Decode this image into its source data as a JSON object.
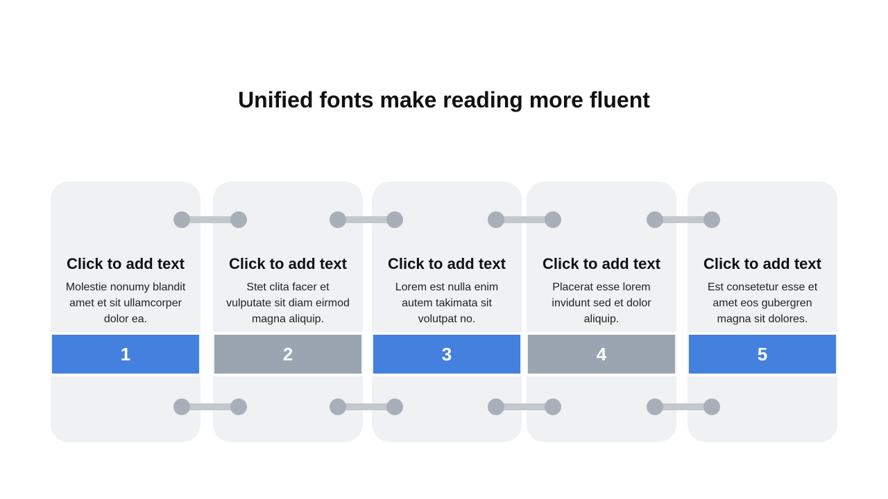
{
  "title": "Unified fonts make reading more fluent",
  "colors": {
    "accent_blue": "#4480de",
    "accent_gray": "#9ba5b1",
    "card_bg": "#f0f1f3",
    "connector": "#a9afb9"
  },
  "cards": [
    {
      "heading": "Click to add text",
      "body": "Molestie nonumy blandit amet et sit ullamcorper dolor ea.",
      "number": "1",
      "color": "blue"
    },
    {
      "heading": "Click to add text",
      "body": "Stet clita facer et vulputate sit diam eirmod magna aliquip.",
      "number": "2",
      "color": "gray"
    },
    {
      "heading": "Click to add text",
      "body": "Lorem est nulla enim autem takimata sit volutpat no.",
      "number": "3",
      "color": "blue"
    },
    {
      "heading": "Click to add text",
      "body": "Placerat esse lorem invidunt sed et dolor aliquip.",
      "number": "4",
      "color": "gray"
    },
    {
      "heading": "Click to add text",
      "body": "Est consetetur esse et amet eos gubergren magna sit dolores.",
      "number": "5",
      "color": "blue"
    }
  ]
}
